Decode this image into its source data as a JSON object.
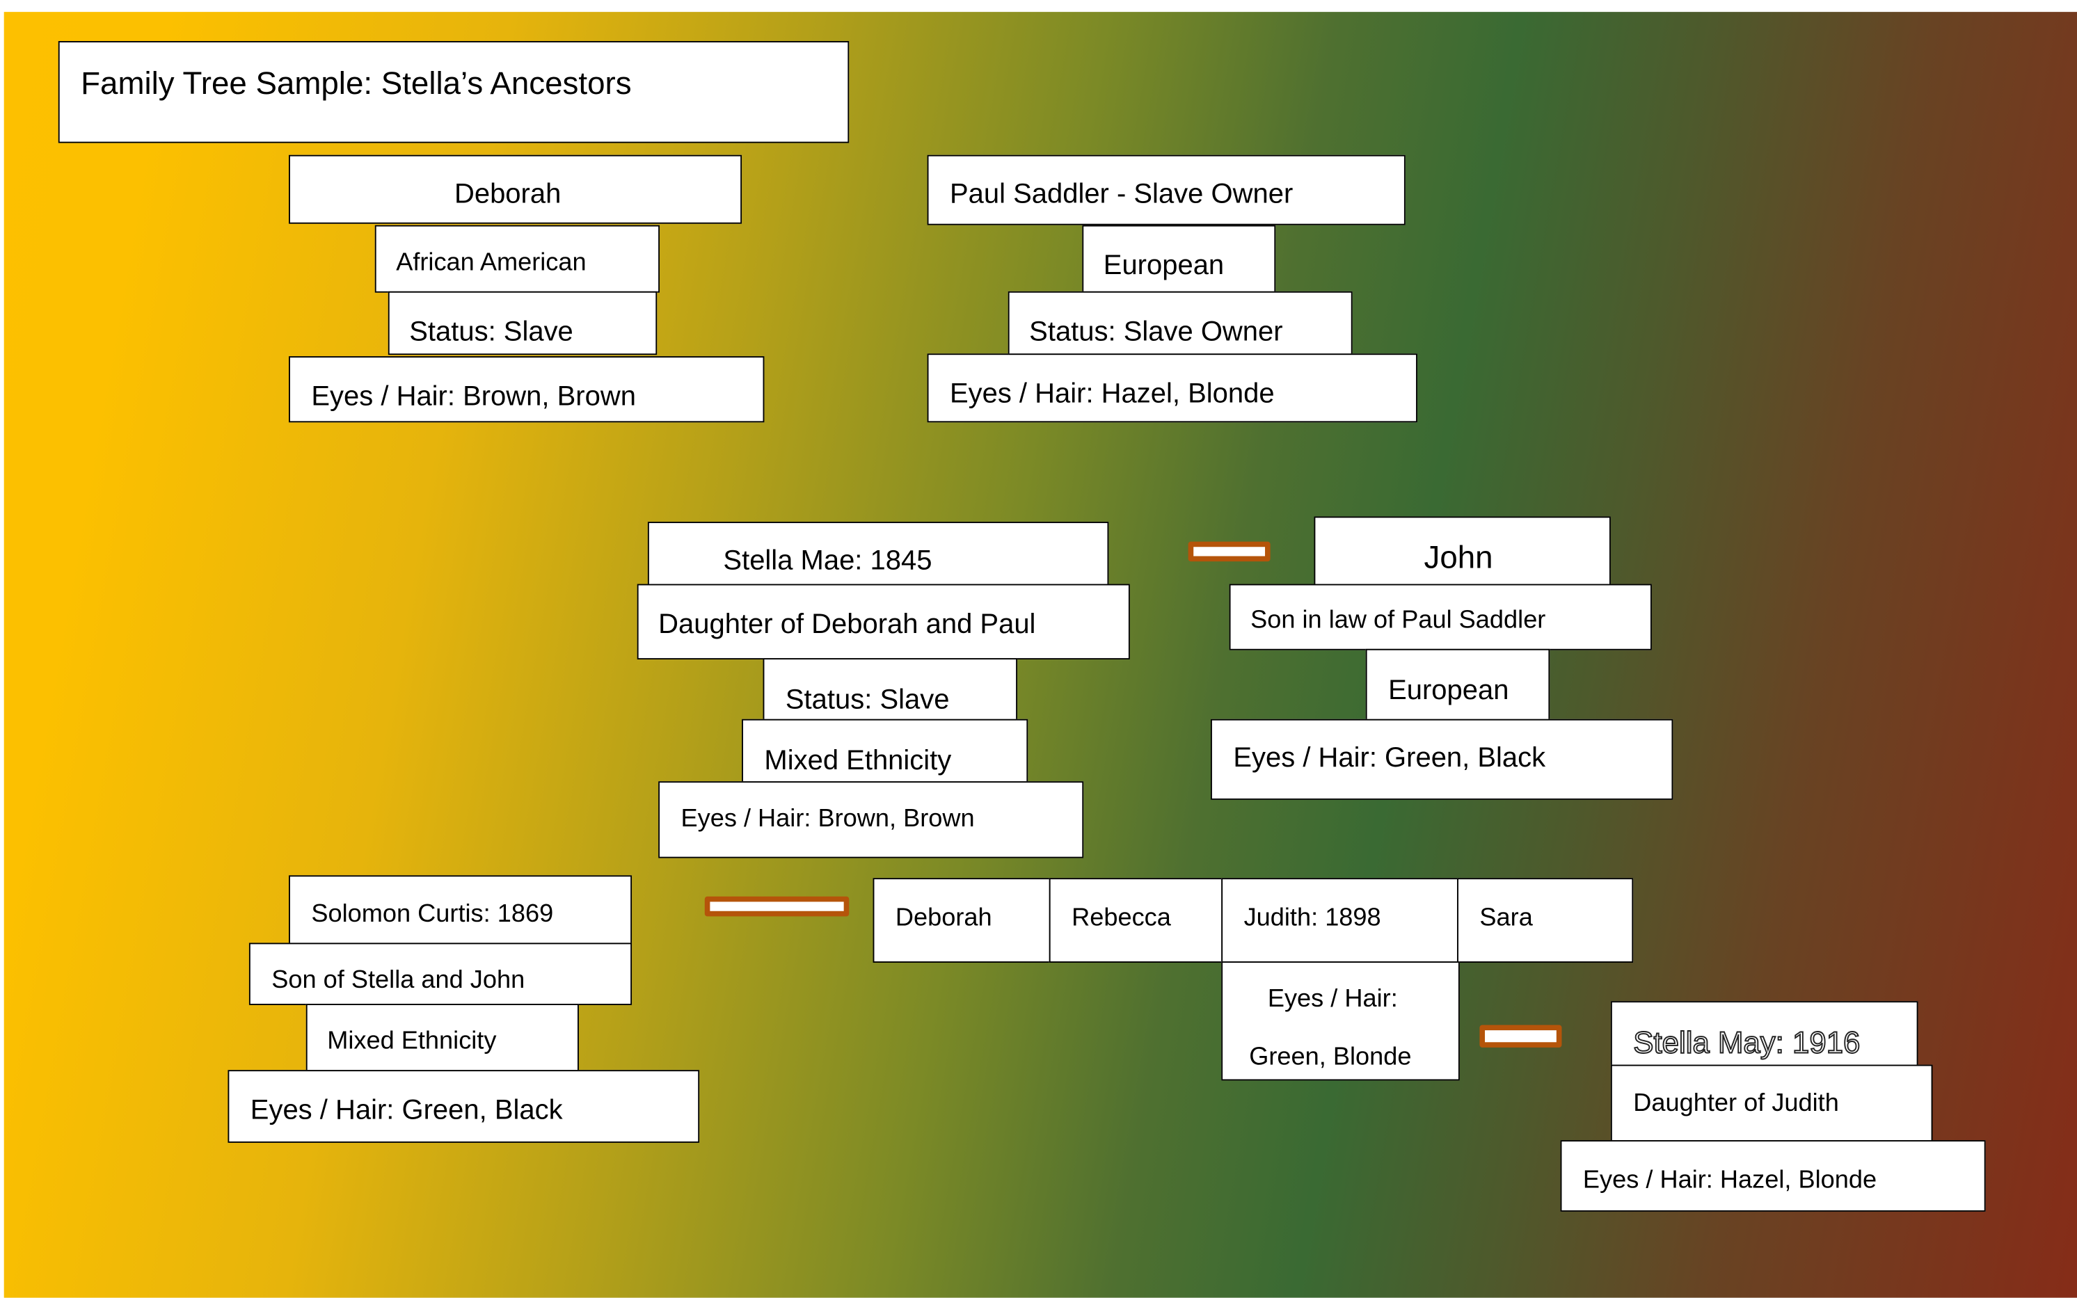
{
  "title": "Family Tree Sample: Stella’s Ancestors",
  "deborah": {
    "name": "Deborah",
    "ethnicity": "African American",
    "status": "Status: Slave",
    "eyes_hair": "Eyes / Hair: Brown, Brown"
  },
  "paul": {
    "name": "Paul Saddler - Slave Owner",
    "ethnicity": "European",
    "status": "Status: Slave Owner",
    "eyes_hair": "Eyes / Hair: Hazel, Blonde"
  },
  "stella_mae": {
    "name": "Stella Mae: 1845",
    "relation": "Daughter of Deborah and Paul",
    "status": "Status: Slave",
    "ethnicity": "Mixed Ethnicity",
    "eyes_hair": "Eyes / Hair: Brown, Brown"
  },
  "john": {
    "name": "John",
    "relation": "Son in law of Paul Saddler",
    "ethnicity": "European",
    "eyes_hair": "Eyes / Hair: Green, Black"
  },
  "solomon": {
    "name": "Solomon Curtis: 1869",
    "relation": "Son of Stella and John",
    "ethnicity": "Mixed Ethnicity",
    "eyes_hair": "Eyes / Hair: Green, Black"
  },
  "children": [
    "Deborah",
    "Rebecca",
    "Judith: 1898",
    "Sara"
  ],
  "judith": {
    "eyes_hair_line1": "Eyes / Hair:",
    "eyes_hair_line2": "Green, Blonde"
  },
  "stella_may": {
    "name": "Stella May: 1916",
    "relation": "Daughter of Judith",
    "eyes_hair": "Eyes / Hair: Hazel, Blonde"
  },
  "colors": {
    "bg_left": "#fdc000",
    "bg_mid": "#3a6a33",
    "bg_right": "#862c18",
    "connector": "#b5540a"
  }
}
